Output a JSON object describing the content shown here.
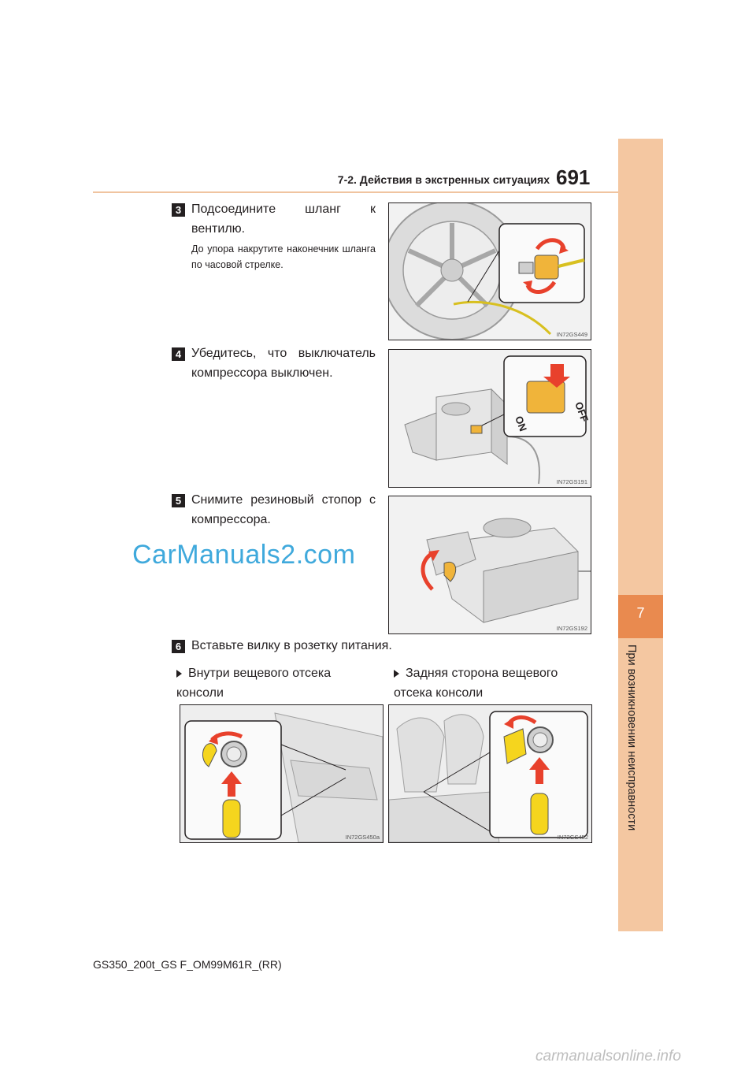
{
  "header": {
    "section_title": "7-2. Действия в экстренных ситуациях",
    "page_number": "691"
  },
  "side_tab": {
    "chapter_number": "7",
    "chapter_title": "При возникновении неисправности"
  },
  "steps": [
    {
      "number": "3",
      "text": "Подсоедините шланг к вентилю.",
      "note": "До упора накрутите наконечник шланга по часовой стрелке.",
      "figure_caption": "IN72GS449"
    },
    {
      "number": "4",
      "text": "Убедитесь, что выключатель компрессора выключен.",
      "figure_caption": "IN72GS191",
      "figure_labels": {
        "off": "OFF",
        "on": "ON"
      }
    },
    {
      "number": "5",
      "text": "Снимите резиновый стопор с компрессора.",
      "figure_caption": "IN72GS192"
    },
    {
      "number": "6",
      "text": "Вставьте вилку в розетку питания.",
      "options": [
        {
          "label": "Внутри вещевого отсека консоли",
          "figure_caption": "IN72GS450a"
        },
        {
          "label": "Задняя сторона вещевого отсека консоли",
          "figure_caption": "IN72GS452"
        }
      ]
    }
  ],
  "watermark": "CarManuals2.com",
  "footer": {
    "document_code": "GS350_200t_GS F_OM99M61R_(RR)",
    "site": "carmanualsonline.info"
  },
  "colors": {
    "side_tab_light": "#f4c7a1",
    "side_tab_dark": "#e98a4f",
    "arrow_red": "#e8412c",
    "watermark_blue": "#3fa9dc"
  }
}
